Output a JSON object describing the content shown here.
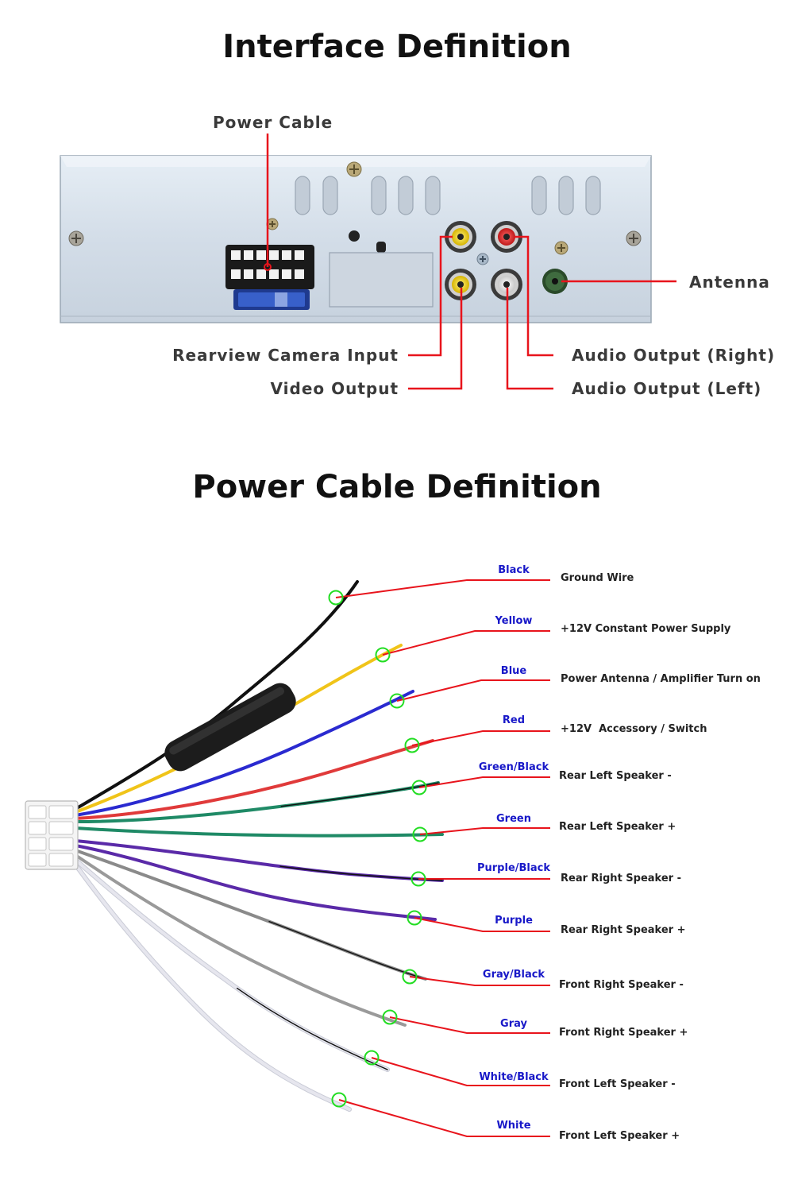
{
  "titles": {
    "interface": "Interface Definition",
    "power_cable": "Power Cable Definition"
  },
  "interface_callouts": {
    "power_cable": "Power Cable",
    "antenna": "Antenna",
    "rearview_camera_input": "Rearview Camera Input",
    "video_output": "Video Output",
    "audio_output_right": "Audio Output (Right)",
    "audio_output_left": "Audio Output (Left)"
  },
  "accent_colors": {
    "leader_line": "#e8141c",
    "wire_label": "#1818c8",
    "marker_circle": "#22dd22"
  },
  "wires": [
    {
      "color_label": "Black",
      "function": "Ground Wire",
      "stroke": "#111111"
    },
    {
      "color_label": "Yellow",
      "function": "+12V Constant Power Supply",
      "stroke": "#f0c419"
    },
    {
      "color_label": "Blue",
      "function": "Power Antenna / Amplifier Turn on",
      "stroke": "#2a2ad0"
    },
    {
      "color_label": "Red",
      "function": "+12V  Accessory / Switch",
      "stroke": "#e03a3a"
    },
    {
      "color_label": "Green/Black",
      "function": "Rear Left Speaker -",
      "stroke": "#1f8a66"
    },
    {
      "color_label": "Green",
      "function": "Rear Left Speaker +",
      "stroke": "#1f8a66"
    },
    {
      "color_label": "Purple/Black",
      "function": "Rear Right Speaker -",
      "stroke": "#5a2aa8"
    },
    {
      "color_label": "Purple",
      "function": "Rear Right Speaker +",
      "stroke": "#5a2aa8"
    },
    {
      "color_label": "Gray/Black",
      "function": "Front Right Speaker -",
      "stroke": "#8a8a8a"
    },
    {
      "color_label": "Gray",
      "function": "Front Right Speaker +",
      "stroke": "#9a9a9a"
    },
    {
      "color_label": "White/Black",
      "function": "Front Left Speaker -",
      "stroke": "#e6e6ee"
    },
    {
      "color_label": "White",
      "function": "Front Left Speaker +",
      "stroke": "#e6e6ee"
    }
  ]
}
